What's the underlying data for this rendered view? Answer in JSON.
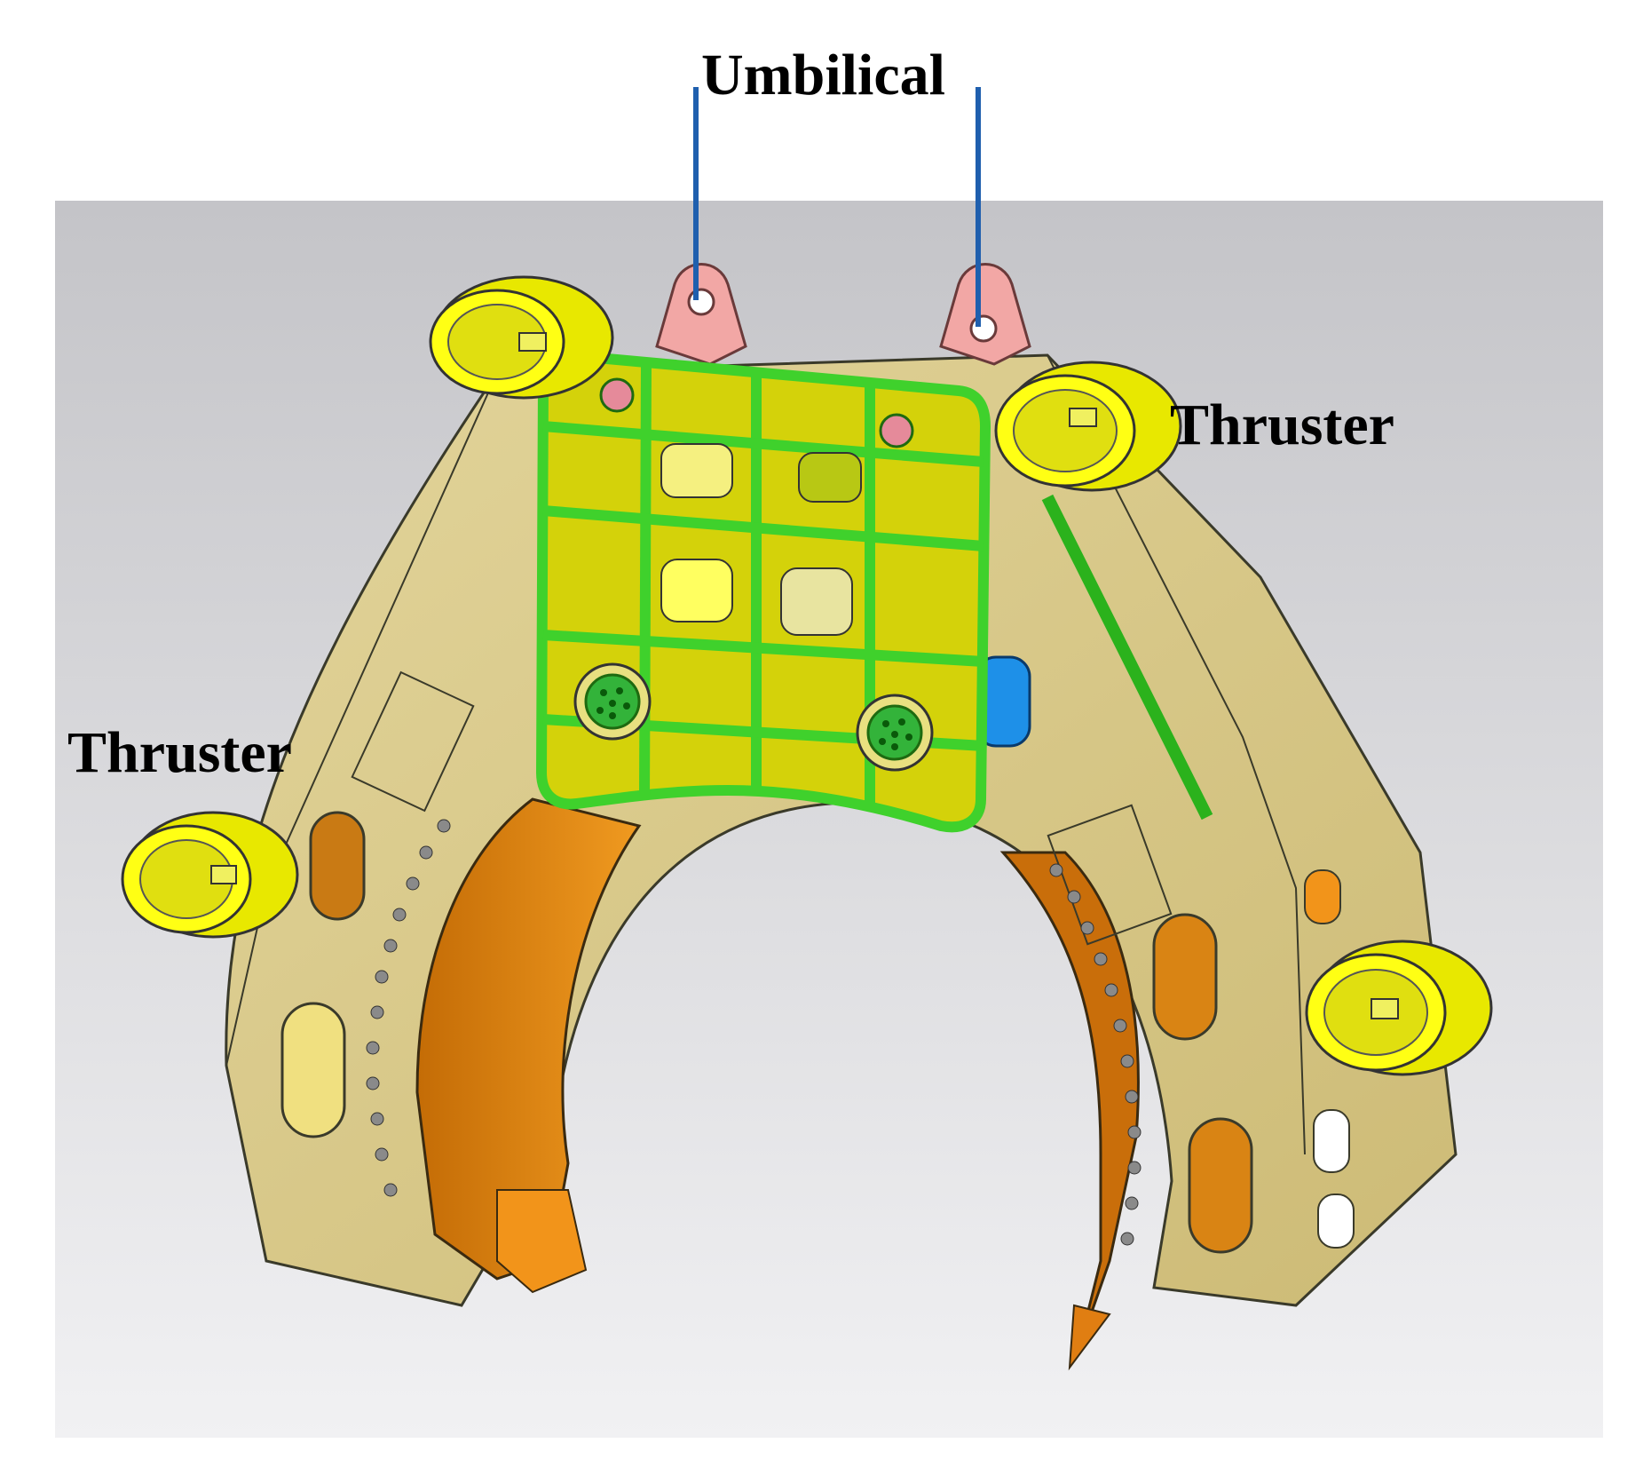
{
  "labels": {
    "umbilical": "Umbilical",
    "thruster_right": "Thruster",
    "thruster_left": "Thruster"
  },
  "colors": {
    "background_top": "#c4c4c8",
    "background_bottom": "#f1f1f3",
    "frame": "#d9c98a",
    "frame_edge": "#3a3a2a",
    "plate": "#d4d20a",
    "plate_frame": "#3fd12c",
    "thruster": "#ffff14",
    "lifting_eye": "#f2a7a5",
    "shoe": "#e08a14",
    "callout_line": "#1f5fae",
    "motor": "#1e90e8"
  },
  "parts": {
    "umbilical_connectors": 2,
    "thrusters": 4
  }
}
